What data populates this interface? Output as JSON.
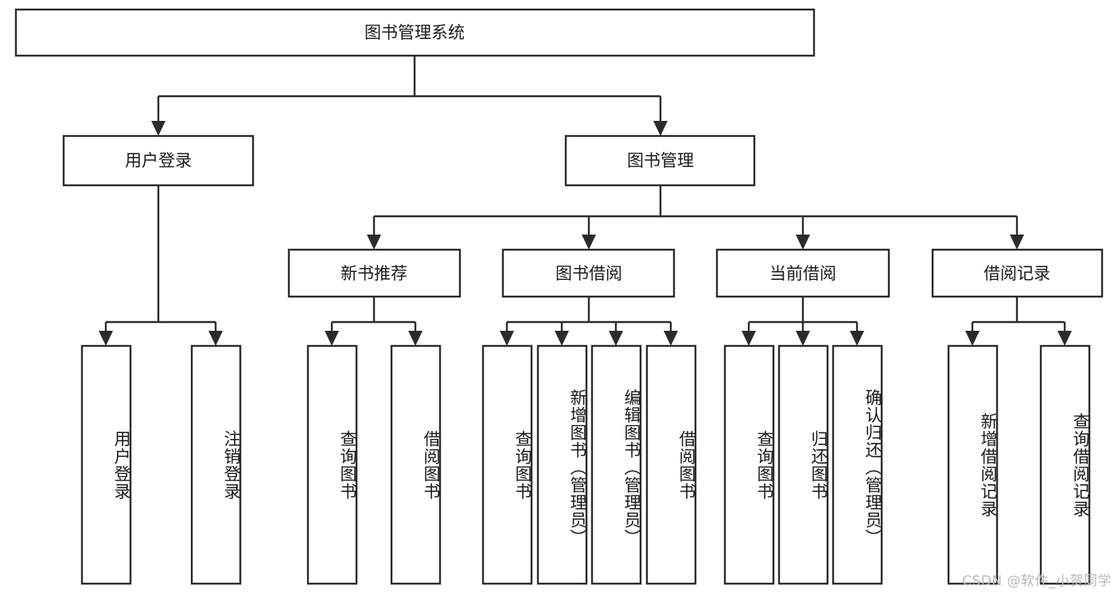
{
  "diagram": {
    "type": "tree",
    "title": "图书管理系统",
    "root": {
      "id": "root",
      "label": "图书管理系统"
    },
    "level2": [
      {
        "id": "user-login",
        "label": "用户登录"
      },
      {
        "id": "book-management",
        "label": "图书管理"
      }
    ],
    "level3": [
      {
        "id": "new-book-recommend",
        "label": "新书推荐",
        "parent": "book-management"
      },
      {
        "id": "book-borrow",
        "label": "图书借阅",
        "parent": "book-management"
      },
      {
        "id": "current-borrow",
        "label": "当前借阅",
        "parent": "book-management"
      },
      {
        "id": "borrow-record",
        "label": "借阅记录",
        "parent": "book-management"
      }
    ],
    "leaves": [
      {
        "id": "leaf-user-login",
        "label": "用户登录",
        "parent": "user-login"
      },
      {
        "id": "leaf-logout-login",
        "label": "注销登录",
        "parent": "user-login"
      },
      {
        "id": "leaf-query-book-1",
        "label": "查询图书",
        "parent": "new-book-recommend"
      },
      {
        "id": "leaf-borrow-book-1",
        "label": "借阅图书",
        "parent": "new-book-recommend"
      },
      {
        "id": "leaf-query-book-2",
        "label": "查询图书",
        "parent": "book-borrow"
      },
      {
        "id": "leaf-add-book",
        "label": "新增图书（管理员）",
        "parent": "book-borrow"
      },
      {
        "id": "leaf-edit-book",
        "label": "编辑图书（管理员）",
        "parent": "book-borrow"
      },
      {
        "id": "leaf-borrow-book-2",
        "label": "借阅图书",
        "parent": "book-borrow"
      },
      {
        "id": "leaf-query-book-3",
        "label": "查询图书",
        "parent": "current-borrow"
      },
      {
        "id": "leaf-return-book",
        "label": "归还图书",
        "parent": "current-borrow"
      },
      {
        "id": "leaf-confirm-return",
        "label": "确认归还（管理员）",
        "parent": "current-borrow"
      },
      {
        "id": "leaf-add-record",
        "label": "新增借阅记录",
        "parent": "borrow-record"
      },
      {
        "id": "leaf-query-record",
        "label": "查询借阅记录",
        "parent": "borrow-record"
      }
    ],
    "colors": {
      "stroke": "#2b2b2b",
      "fill": "#ffffff",
      "text": "#1a1a1a",
      "background": "#ffffff",
      "watermark": "#b9b9b9"
    }
  },
  "watermark": {
    "text": "CSDN @软件_小贺同学"
  }
}
